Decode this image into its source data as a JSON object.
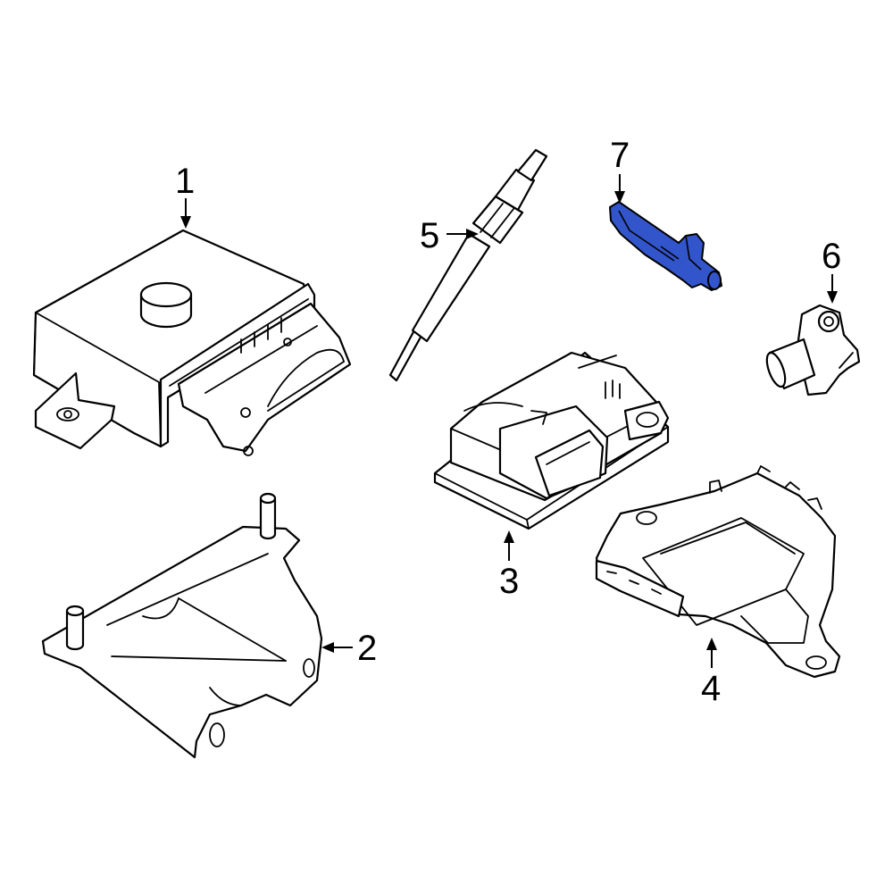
{
  "callouts": [
    {
      "id": "1",
      "label": "1"
    },
    {
      "id": "2",
      "label": "2"
    },
    {
      "id": "3",
      "label": "3"
    },
    {
      "id": "4",
      "label": "4"
    },
    {
      "id": "5",
      "label": "5"
    },
    {
      "id": "6",
      "label": "6"
    },
    {
      "id": "7",
      "label": "7"
    }
  ],
  "highlight": {
    "part": "7",
    "color": "#3355cc"
  }
}
